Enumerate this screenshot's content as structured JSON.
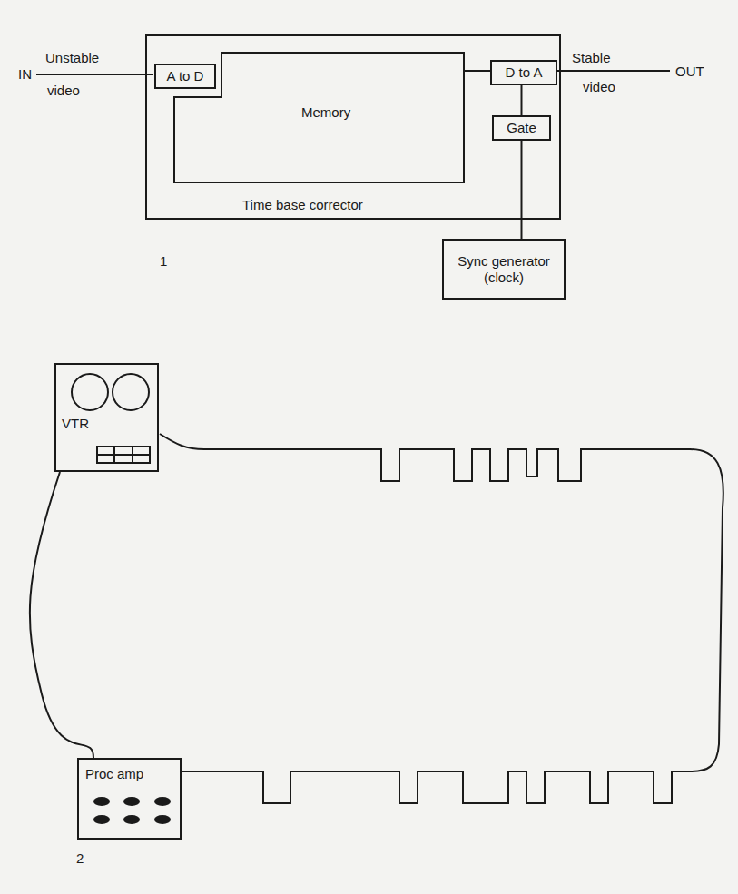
{
  "diagram": {
    "nodes": [
      {
        "text": [
          "Time base corrector"
        ]
      },
      {
        "text": [
          "Memory"
        ],
        "in": 0
      },
      {
        "text": [
          "A to D"
        ],
        "in": 0
      },
      {
        "text": [
          "D to A"
        ],
        "in": 0
      },
      {
        "text": [
          "Gate"
        ],
        "in": 0
      },
      {
        "text": [
          "Sync generator (clock)"
        ]
      },
      {
        "text": [
          "VTR"
        ]
      },
      {
        "text": [
          "Proc amp"
        ]
      }
    ],
    "edges": [
      {
        "from": 1,
        "to": 3,
        "arrow": "none"
      },
      {
        "from": 4,
        "to": 3,
        "arrow": "none"
      },
      {
        "from": 4,
        "to": 5,
        "arrow": "none"
      },
      {
        "from": 6,
        "to": 7,
        "arrow": "none"
      }
    ],
    "labels": [
      "IN",
      "Unstable",
      "video",
      "Stable",
      "video",
      "OUT",
      "1",
      "2"
    ]
  }
}
